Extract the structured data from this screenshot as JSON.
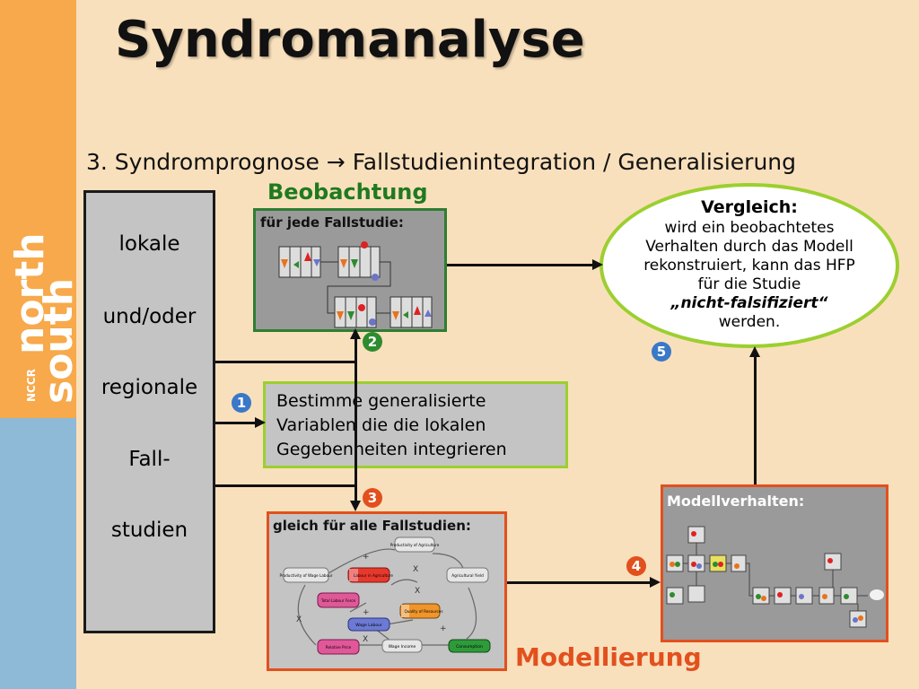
{
  "logo": {
    "line1": "north",
    "line2": "south",
    "line3": "NCCR"
  },
  "title": "Syndromanalyse",
  "subtitle": "3. Syndromprognose → Fallstudienintegration / Generalisierung",
  "left_box": {
    "items": [
      "lokale",
      "und/oder",
      "regionale",
      "Fall-",
      "studien"
    ]
  },
  "observation": {
    "label": "Beobachtung",
    "panel_title": "für jede Fallstudie:"
  },
  "generalize_box": {
    "lines": [
      "Bestimme generalisierte",
      "Variablen die die lokalen",
      "Gegebenheiten integrieren"
    ]
  },
  "comparison": {
    "heading": "Vergleich:",
    "lines": [
      "wird ein beobachtetes",
      "Verhalten durch das Modell",
      "rekonstruiert, kann das HFP",
      "für die Studie"
    ],
    "emph": "„nicht-falsifiziert“",
    "last": "werden."
  },
  "model_panel": {
    "title": "gleich für alle Fallstudien:"
  },
  "model_behavior": {
    "title": "Modellverhalten:"
  },
  "modeling_label": "Modellierung",
  "steps": [
    "1",
    "2",
    "3",
    "4",
    "5"
  ],
  "graph_nodes": [
    {
      "label": "Productivity of Agriculture"
    },
    {
      "label": "Productivity of Wage Labour"
    },
    {
      "label": "Labour in Agriculture"
    },
    {
      "label": "Agricultural Yield"
    },
    {
      "label": "Total Labour Force"
    },
    {
      "label": "Quality of Resources"
    },
    {
      "label": "Wage Labour"
    },
    {
      "label": "Relative Price"
    },
    {
      "label": "Wage Income"
    },
    {
      "label": "Consumption"
    }
  ],
  "colors": {
    "green_border": "#9ccf2f",
    "red_border": "#e2501e",
    "green_text": "#1f7a1f",
    "red_text": "#e2501e",
    "panel_gray": "#9a9a9a",
    "box_gray": "#c4c4c4"
  }
}
